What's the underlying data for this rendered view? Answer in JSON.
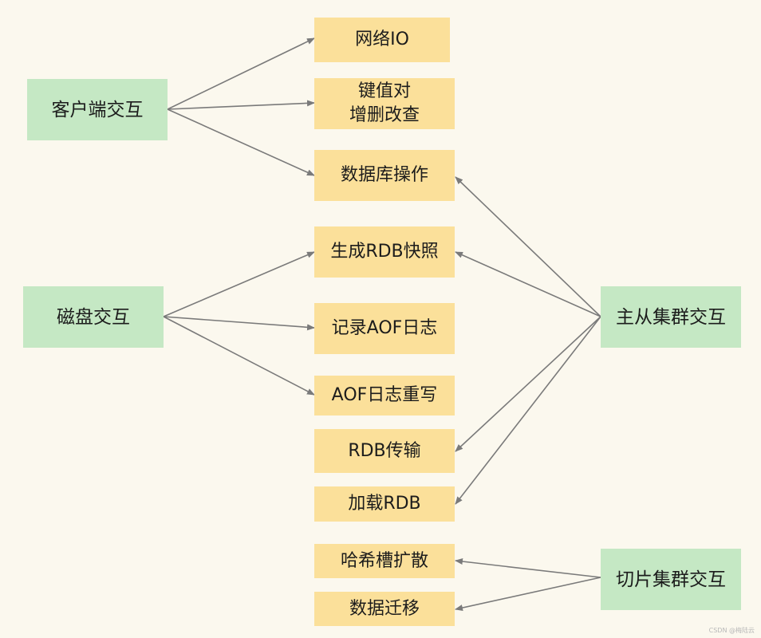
{
  "sources": {
    "client": "客户端交互",
    "disk": "磁盘交互",
    "master_slave": "主从集群交互",
    "shard": "切片集群交互"
  },
  "tasks": {
    "network_io": "网络IO",
    "kv_line1": "键值对",
    "kv_line2": "增删改查",
    "db_ops": "数据库操作",
    "rdb_snapshot": "生成RDB快照",
    "aof_log": "记录AOF日志",
    "aof_rewrite": "AOF日志重写",
    "rdb_transfer": "RDB传输",
    "load_rdb": "加载RDB",
    "hash_slot": "哈希槽扩散",
    "data_migrate": "数据迁移"
  },
  "watermark": "CSDN @梅陆云",
  "colors": {
    "background": "#fbf8ee",
    "source_fill": "#c5e8c4",
    "task_fill": "#fbe09a",
    "edge": "#7a7a7a"
  }
}
